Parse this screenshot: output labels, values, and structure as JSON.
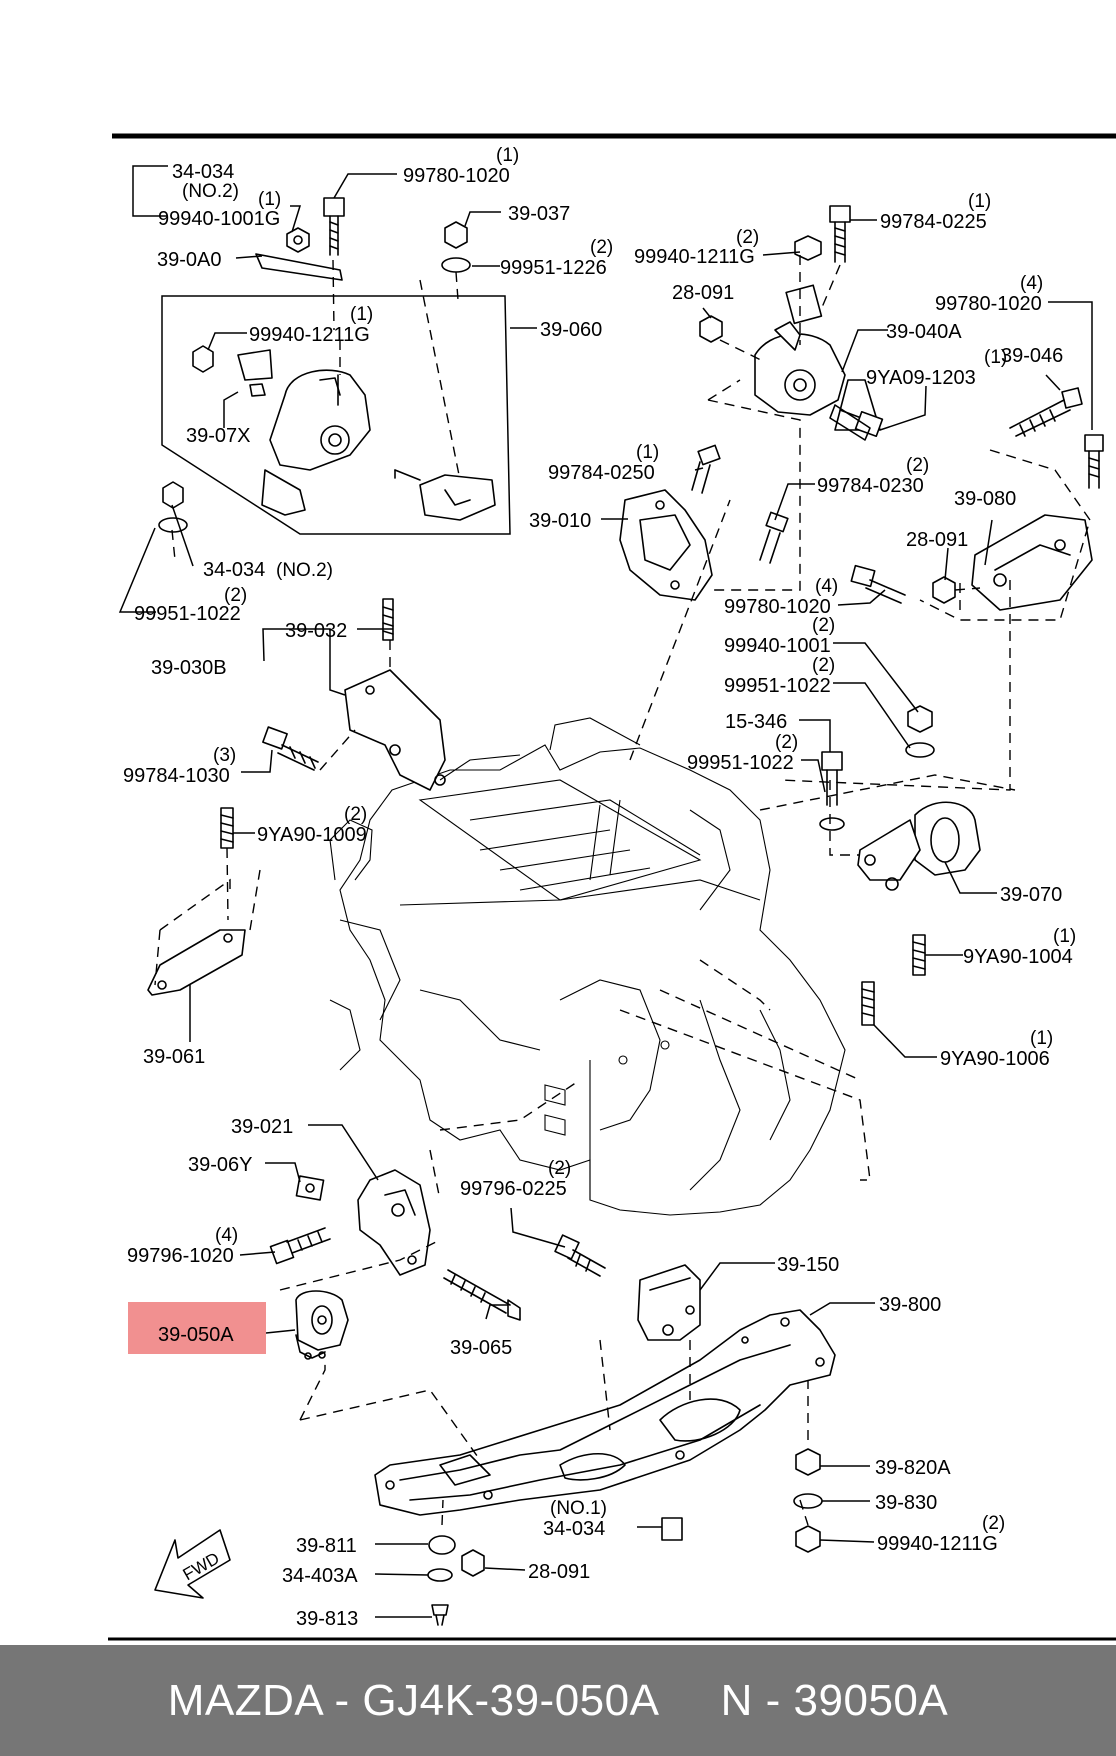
{
  "diagram": {
    "callouts": [
      {
        "id": "c01",
        "label": "34-034",
        "qty": "(NO.2)"
      },
      {
        "id": "c02",
        "label": "99940-1001G",
        "qty": "(1)"
      },
      {
        "id": "c03",
        "label": "99780-1020",
        "qty": "(1)"
      },
      {
        "id": "c04",
        "label": "39-037",
        "qty": ""
      },
      {
        "id": "c05",
        "label": "99951-1226",
        "qty": "(2)"
      },
      {
        "id": "c06",
        "label": "39-0A0",
        "qty": ""
      },
      {
        "id": "c07",
        "label": "39-060",
        "qty": ""
      },
      {
        "id": "c08",
        "label": "99940-1211G",
        "qty": "(1)"
      },
      {
        "id": "c09",
        "label": "39-07X",
        "qty": ""
      },
      {
        "id": "c10",
        "label": "34-034",
        "qty": "(NO.2)"
      },
      {
        "id": "c11",
        "label": "99951-1022",
        "qty": "(2)"
      },
      {
        "id": "c12",
        "label": "99940-1211G",
        "qty": "(2)"
      },
      {
        "id": "c13",
        "label": "99784-0225",
        "qty": "(1)"
      },
      {
        "id": "c14",
        "label": "28-091",
        "qty": ""
      },
      {
        "id": "c15",
        "label": "39-040A",
        "qty": ""
      },
      {
        "id": "c16",
        "label": "99780-1020",
        "qty": "(4)"
      },
      {
        "id": "c17",
        "label": "9YA09-1203",
        "qty": "(1)"
      },
      {
        "id": "c18",
        "label": "39-046",
        "qty": ""
      },
      {
        "id": "c19",
        "label": "99784-0250",
        "qty": "(1)"
      },
      {
        "id": "c20",
        "label": "99784-0230",
        "qty": "(2)"
      },
      {
        "id": "c21",
        "label": "39-010",
        "qty": ""
      },
      {
        "id": "c22",
        "label": "39-080",
        "qty": ""
      },
      {
        "id": "c23",
        "label": "28-091",
        "qty": ""
      },
      {
        "id": "c24",
        "label": "99780-1020",
        "qty": "(4)"
      },
      {
        "id": "c25",
        "label": "39-032",
        "qty": ""
      },
      {
        "id": "c26",
        "label": "39-030B",
        "qty": ""
      },
      {
        "id": "c27",
        "label": "99940-1001",
        "qty": "(2)"
      },
      {
        "id": "c28",
        "label": "99951-1022",
        "qty": "(2)"
      },
      {
        "id": "c29",
        "label": "15-346",
        "qty": ""
      },
      {
        "id": "c30",
        "label": "99951-1022",
        "qty": "(2)"
      },
      {
        "id": "c31",
        "label": "99784-1030",
        "qty": "(3)"
      },
      {
        "id": "c32",
        "label": "9YA90-1009",
        "qty": "(2)"
      },
      {
        "id": "c33",
        "label": "39-070",
        "qty": ""
      },
      {
        "id": "c34",
        "label": "9YA90-1004",
        "qty": "(1)"
      },
      {
        "id": "c35",
        "label": "39-061",
        "qty": ""
      },
      {
        "id": "c36",
        "label": "9YA90-1006",
        "qty": "(1)"
      },
      {
        "id": "c37",
        "label": "39-021",
        "qty": ""
      },
      {
        "id": "c38",
        "label": "39-06Y",
        "qty": ""
      },
      {
        "id": "c39",
        "label": "99796-0225",
        "qty": "(2)"
      },
      {
        "id": "c40",
        "label": "99796-1020",
        "qty": "(4)"
      },
      {
        "id": "c41",
        "label": "39-150",
        "qty": ""
      },
      {
        "id": "c42",
        "label": "39-800",
        "qty": ""
      },
      {
        "id": "c43",
        "label": "39-050A",
        "qty": ""
      },
      {
        "id": "c44",
        "label": "39-065",
        "qty": ""
      },
      {
        "id": "c45",
        "label": "39-820A",
        "qty": ""
      },
      {
        "id": "c46",
        "label": "39-830",
        "qty": ""
      },
      {
        "id": "c47",
        "label": "34-034",
        "qty": "(NO.1)"
      },
      {
        "id": "c48",
        "label": "99940-1211G",
        "qty": "(2)"
      },
      {
        "id": "c49",
        "label": "39-811",
        "qty": ""
      },
      {
        "id": "c50",
        "label": "28-091",
        "qty": ""
      },
      {
        "id": "c51",
        "label": "34-403A",
        "qty": ""
      },
      {
        "id": "c52",
        "label": "39-813",
        "qty": ""
      }
    ],
    "highlighted_part": "39-050A",
    "highlight_color": "#f08a8a",
    "fwd_arrow_text": "FWD"
  },
  "footer": {
    "text": "MAZDA - GJ4K-39-050A     N - 39050A",
    "background": "#767676",
    "color": "#ffffff"
  }
}
